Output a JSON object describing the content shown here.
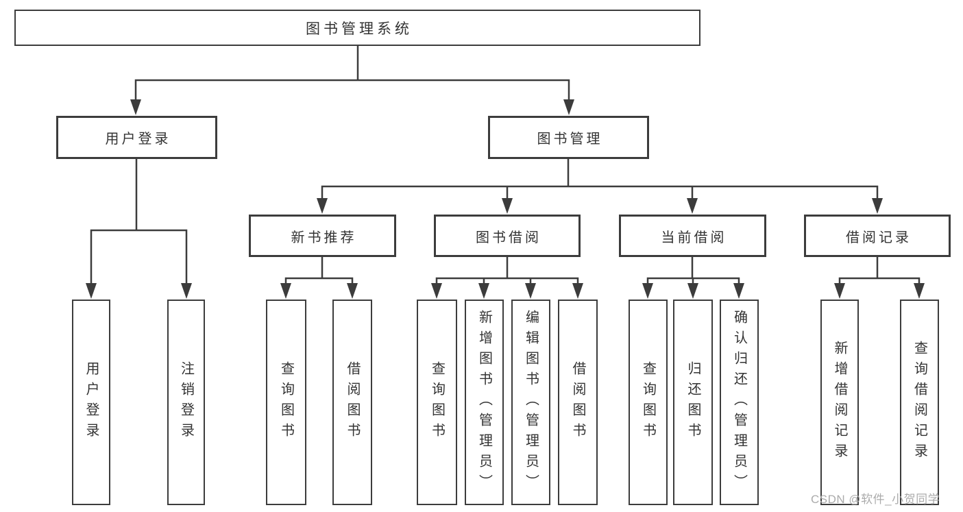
{
  "diagram": {
    "root_label": "图书管理系统",
    "user_login": {
      "label": "用户登录",
      "children": {
        "login": "用户登录",
        "logout": "注销登录"
      }
    },
    "book_mgmt": {
      "label": "图书管理",
      "new_book": {
        "label": "新书推荐",
        "children": {
          "query": "查询图书",
          "borrow": "借阅图书"
        }
      },
      "book_borrow": {
        "label": "图书借阅",
        "children": {
          "query": "查询图书",
          "add": "新增图书（管理员）",
          "edit": "编辑图书（管理员）",
          "borrow": "借阅图书"
        }
      },
      "current_borrow": {
        "label": "当前借阅",
        "children": {
          "query": "查询图书",
          "return": "归还图书",
          "confirm": "确认归还（管理员）"
        }
      },
      "borrow_records": {
        "label": "借阅记录",
        "children": {
          "add": "新增借阅记录",
          "query": "查询借阅记录"
        }
      }
    }
  },
  "watermark": {
    "text": "CSDN @软件_小贺同学"
  },
  "colors": {
    "line": "#3c3c3c",
    "text": "#333333",
    "watermark": "#ababab",
    "background": "#ffffff"
  }
}
